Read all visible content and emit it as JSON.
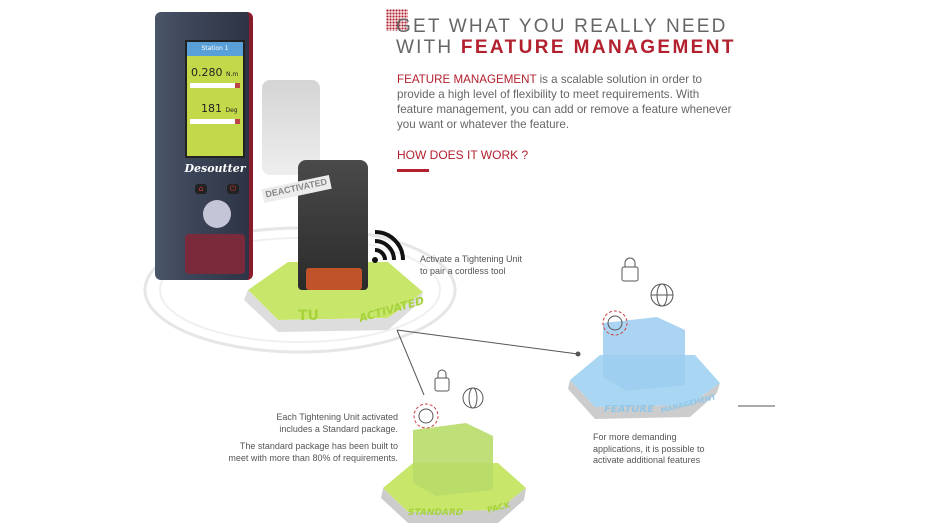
{
  "header": {
    "title_line1": "GET WHAT YOU REALLY NEED",
    "title_line2_prefix": "WITH ",
    "title_line2_highlight": "FEATURE MANAGEMENT"
  },
  "intro": {
    "highlight": "FEATURE MANAGEMENT",
    "text": " is a scalable solution in order to provide a high level of flexibility to meet requirements. With feature management, you can add or remove a feature whenever you want or whatever the feature."
  },
  "how_link": "HOW DOES IT WORK ?",
  "device": {
    "brand": "Desoutter",
    "screen_title": "Station 1",
    "torque_value": "0.280",
    "torque_unit": "N.m",
    "angle_value": "181",
    "angle_unit": "Deg"
  },
  "steps": {
    "tu": {
      "label_left": "TU",
      "label_right": "ACTIVATED",
      "caption_line1": "Activate a Tightening Unit",
      "caption_line2": "to pair a cordless tool",
      "back_label": "DEACTIVATED"
    },
    "standard": {
      "label_left": "STANDARD",
      "label_right": "PACK",
      "caption1_line1": "Each Tightening Unit activated",
      "caption1_line2": "includes a Standard package.",
      "caption2_line1": "The standard package has been built to",
      "caption2_line2": "meet with more than 80% of requirements."
    },
    "feature": {
      "label_left": "FEATURE",
      "label_right": "MANAGEMENT",
      "caption_line1": "For more demanding",
      "caption_line2": "applications, it is possible to",
      "caption_line3": "activate additional features"
    }
  },
  "colors": {
    "accent": "#b3202e",
    "green": "#a6d23c",
    "blue": "#8ec7ea"
  }
}
